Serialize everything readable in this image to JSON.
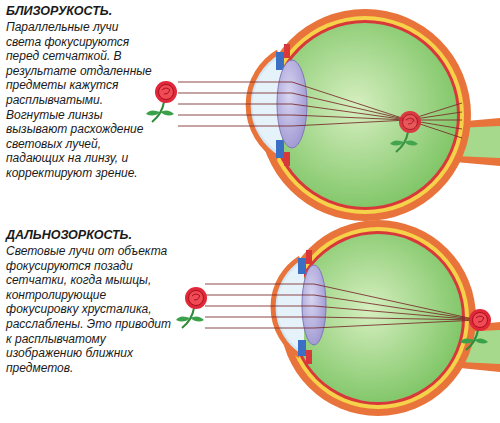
{
  "diagram": {
    "labels": [
      "БЛИЗОРУКОСТЬ.",
      "Параллельные лучи света фокусируются перед сетчаткой. В результате отдаленные предметы кажутся расплывчатыми. Вогнутые линзы вызывают расхождение световых лучей, падающих на линзу, и корректируют зрение.",
      "ДАЛЬНОЗОРКОСТЬ.",
      "Световые лучи от объекта фокусируются позади сетчатки, когда мышцы, контролирующие фокусировку хрусталика, расслаблены. Это приводит к расплывчатому изображению ближних предметов."
    ]
  }
}
